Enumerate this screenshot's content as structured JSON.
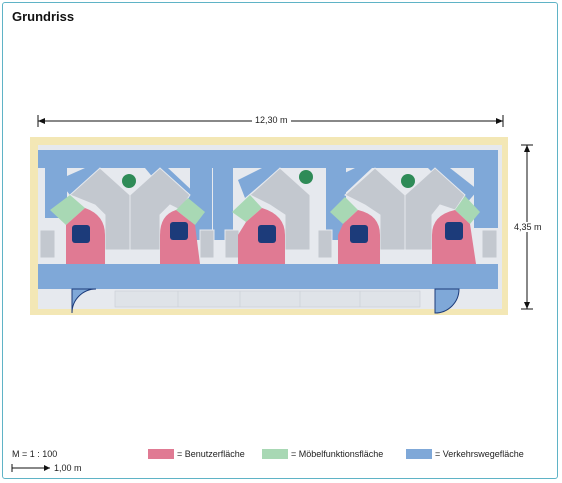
{
  "title": "Grundriss",
  "dimensions": {
    "width_label": "12,30 m",
    "height_label": "4,35 m"
  },
  "scale": {
    "ratio_label": "M = 1 : 100",
    "bar_label": "1,00 m"
  },
  "legend": [
    {
      "label": "= Benutzerfläche",
      "color": "#e07a93"
    },
    {
      "label": "= Möbelfunktionsfläche",
      "color": "#a8d8b4"
    },
    {
      "label": "= Verkehrswegefläche",
      "color": "#7fa8d8"
    }
  ],
  "colors": {
    "wall": "#f3e7b5",
    "floor": "#e6e9ee",
    "furniture": "#c3c8cf",
    "chair": "#1c3b7a",
    "plant": "#2e8b57"
  }
}
